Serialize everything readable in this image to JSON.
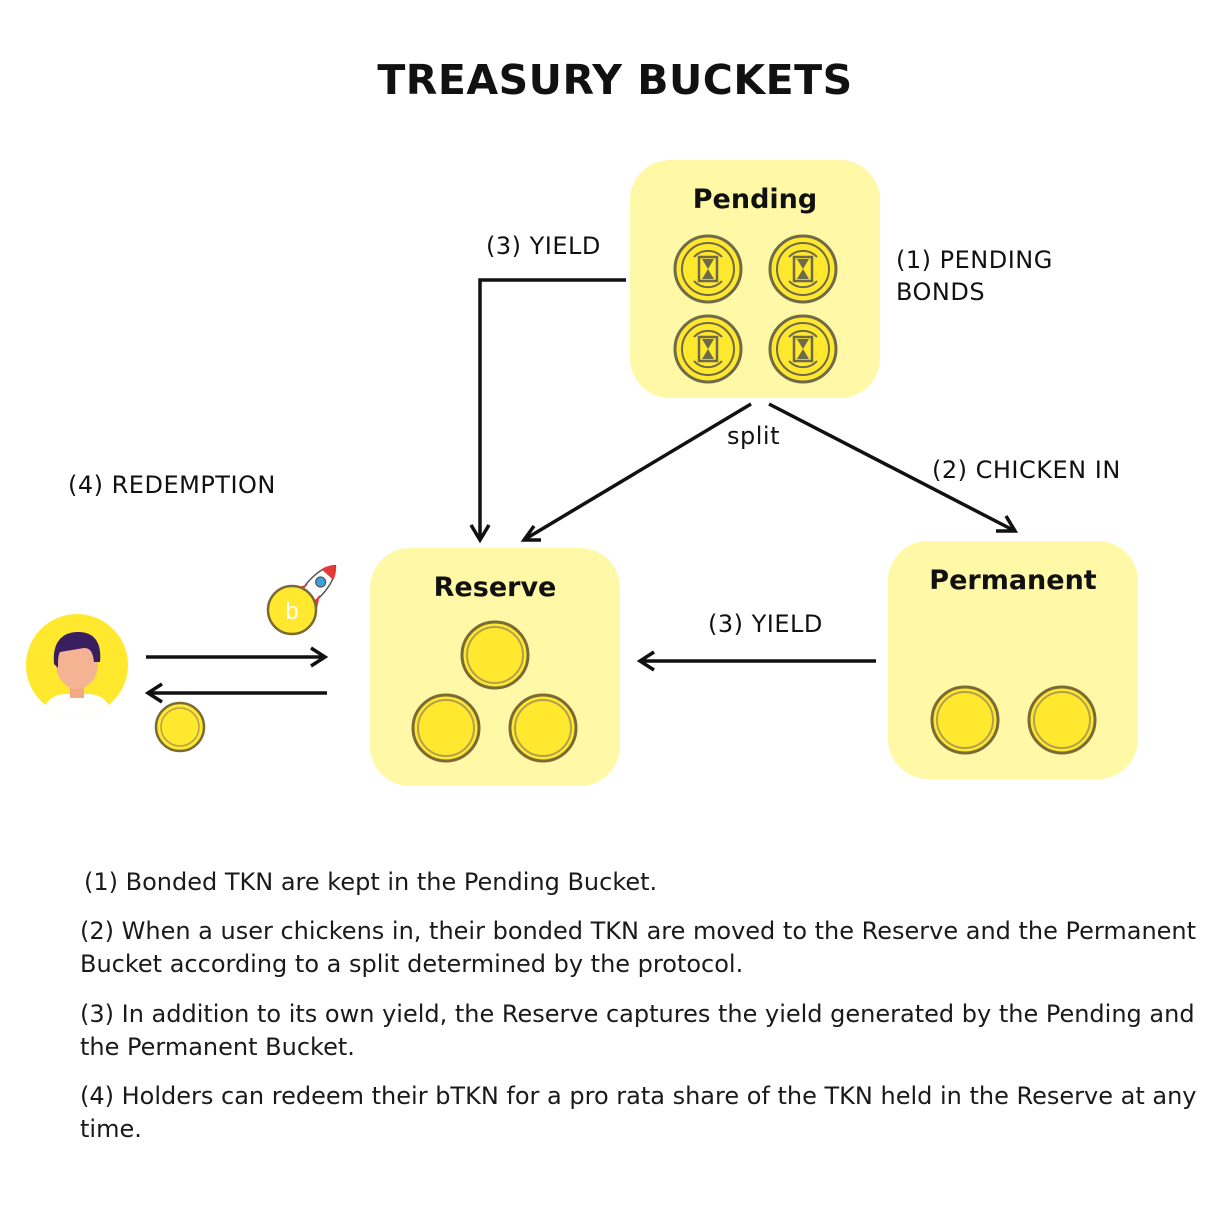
{
  "title": "TREASURY BUCKETS",
  "buckets": {
    "pending": "Pending",
    "reserve": "Reserve",
    "permanent": "Permanent"
  },
  "labels": {
    "yield_pending": "(3) YIELD",
    "pending_bonds_1": "(1) PENDING",
    "pending_bonds_2": "BONDS",
    "split": "split",
    "chicken_in": "(2) CHICKEN IN",
    "redemption": "(4) REDEMPTION",
    "yield_permanent": "(3) YIELD",
    "btkn_coin_letter": "b"
  },
  "notes": [
    "(1) Bonded TKN are kept in the Pending Bucket.",
    "(2) When a user chickens in, their bonded TKN are moved to the Reserve and the Permanent Bucket according to a split determined by the protocol.",
    "(3) In addition to its own yield, the Reserve captures the yield generated by the Pending and the Permanent Bucket.",
    "(4) Holders can redeem their bTKN for a pro rata share of the TKN held in the Reserve at any time."
  ],
  "colors": {
    "bucket_fill": "#fff8a6",
    "coin_fill": "#ffe82e",
    "coin_rim": "#8a7a3a",
    "avatar_bg": "#ffe82e",
    "arrow": "#111111"
  },
  "icons": {
    "pending_coin": "hourglass-coin-icon",
    "coin": "tkn-coin-icon",
    "btkn": "btkn-coin-icon",
    "rocket": "rocket-icon",
    "user": "user-avatar-icon"
  }
}
